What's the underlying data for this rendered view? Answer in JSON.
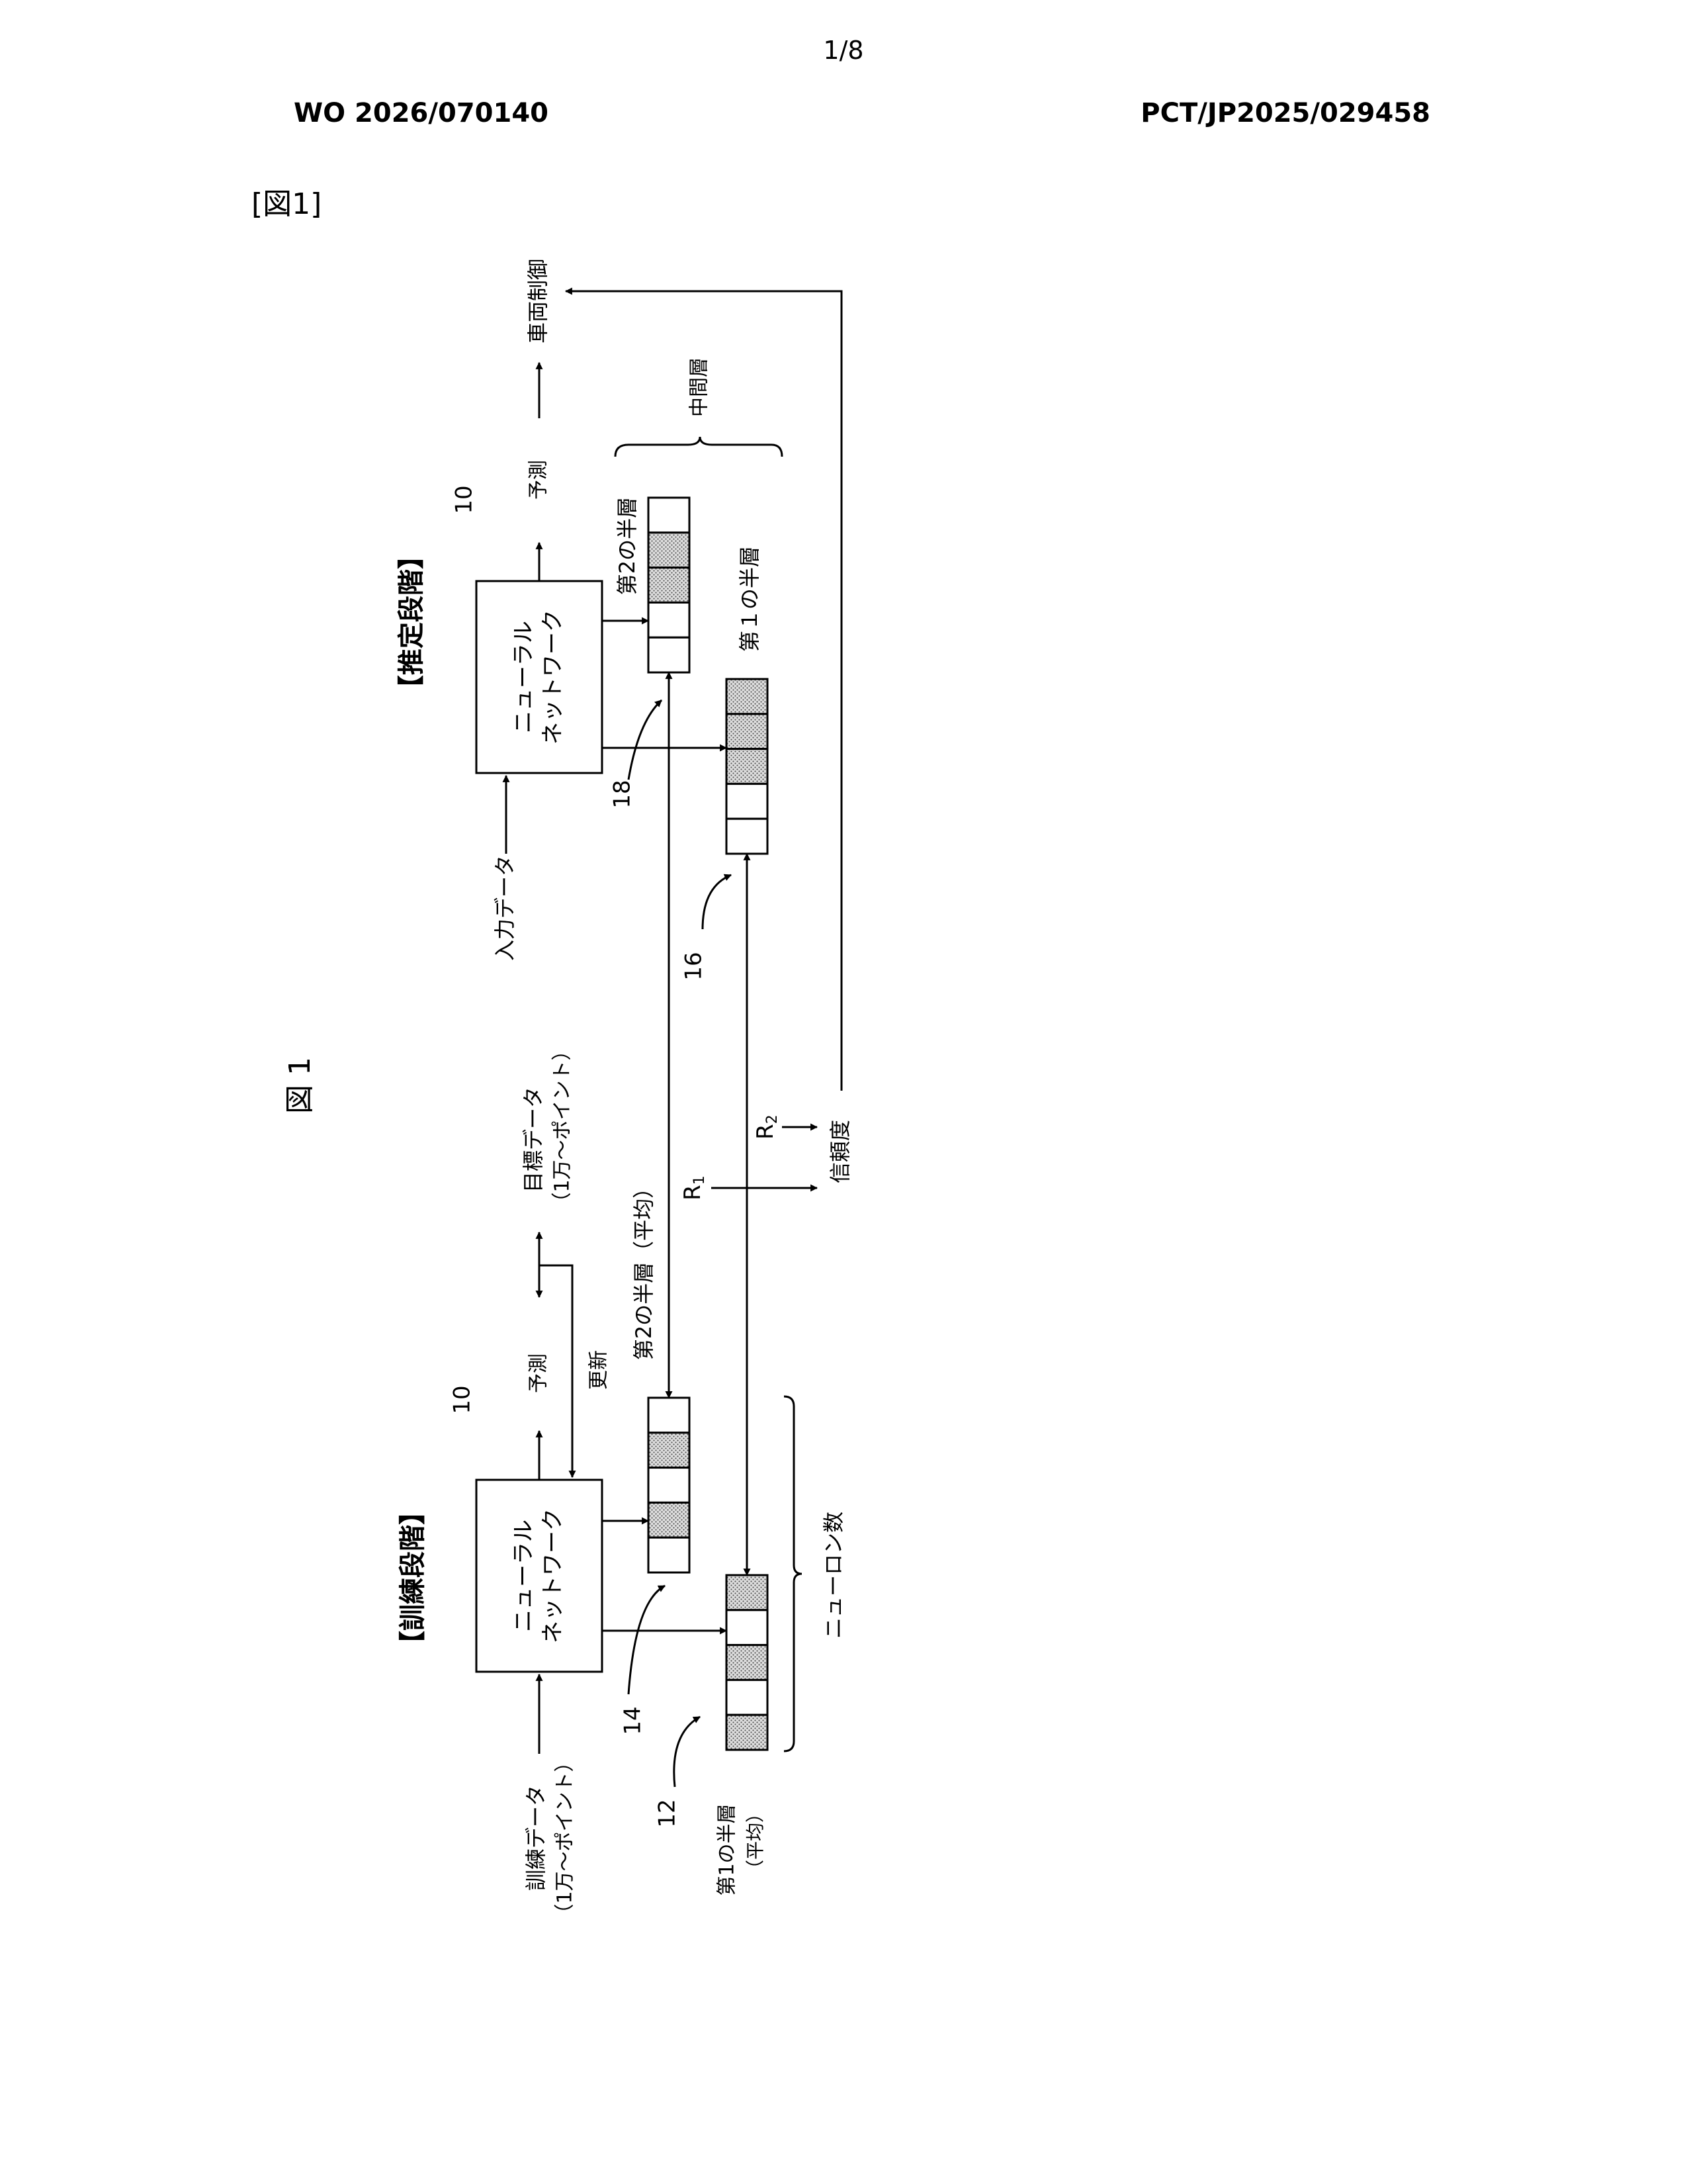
{
  "header": {
    "page_number": "1/8",
    "publication_number": "WO 2026/070140",
    "application_number": "PCT/JP2025/029458",
    "figure_bracket_label": "[図1]"
  },
  "figure": {
    "title": "図 1",
    "training": {
      "stage_label": "【訓練段階】",
      "network_line1": "ニューラル",
      "network_line2": "ネットワーク",
      "network_ref": "10",
      "input_line1": "訓練データ",
      "input_line2": "（1万～ポイント）",
      "prediction": "予測",
      "target_line1": "目標データ",
      "target_line2": "（1万～ポイント）",
      "update": "更新",
      "ref_12": "12",
      "ref_14": "14",
      "first_half_line1": "第1の半層",
      "first_half_line2": "（平均）",
      "second_half": "第2の半層（平均）",
      "neuron_count": "ニューロン数",
      "first_half_cells": [
        1,
        0,
        1,
        0,
        1
      ],
      "second_half_cells": [
        0,
        1,
        0,
        1,
        0
      ]
    },
    "inference": {
      "stage_label": "【推定段階】",
      "network_line1": "ニューラル",
      "network_line2": "ネットワーク",
      "network_ref": "10",
      "input": "入力データ",
      "prediction": "予測",
      "vehicle_control": "車両制御",
      "intermediate_layer": "中間層",
      "second_half": "第2の半層",
      "first_half": "第１の半層",
      "ref_16": "16",
      "ref_18": "18",
      "first_half_cells": [
        1,
        1,
        1,
        0,
        0
      ],
      "second_half_cells": [
        0,
        1,
        1,
        0,
        0
      ]
    },
    "reliability": {
      "r1": "R",
      "r1_sub": "1",
      "r2": "R",
      "r2_sub": "2",
      "label": "信頼度"
    }
  }
}
